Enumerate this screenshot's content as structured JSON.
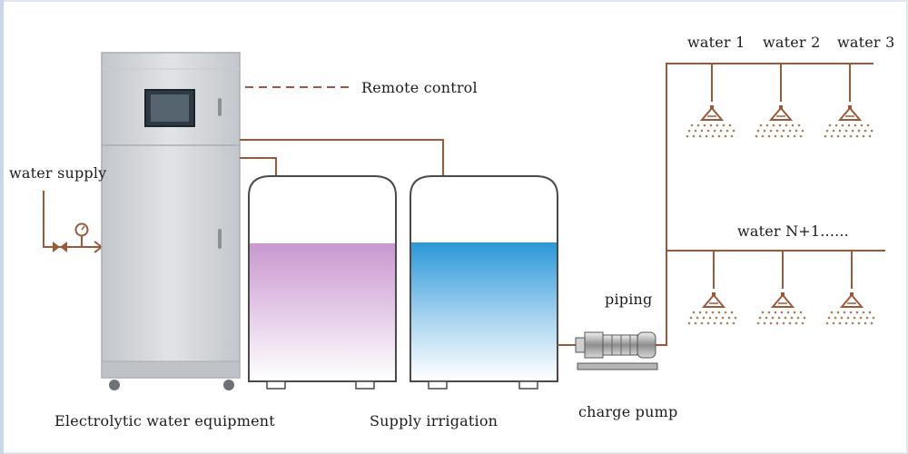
{
  "diagram": {
    "labels": {
      "water_supply": "water supply",
      "remote_control": "Remote control",
      "equipment": "Electrolytic water equipment",
      "supply_irrigation": "Supply irrigation",
      "piping": "piping",
      "charge_pump": "charge pump",
      "water_1": "water 1",
      "water_2": "water 2",
      "water_3": "water 3",
      "water_n1": "water N+1......"
    },
    "colors": {
      "pipe": "#9a5a3a",
      "cabinet": "#d3d6da",
      "cabinet_shadow": "#a9adb3",
      "screen": "#3c4954",
      "tank_outline": "#4a4a4a",
      "tank1_liquid": "#c998cf",
      "tank2_liquid": "#2a97d8",
      "sprinkler": "#9a5a3a"
    },
    "icons": [
      "valve-icon",
      "pressure-gauge-icon",
      "pump-icon",
      "sprinkler-icon"
    ]
  }
}
